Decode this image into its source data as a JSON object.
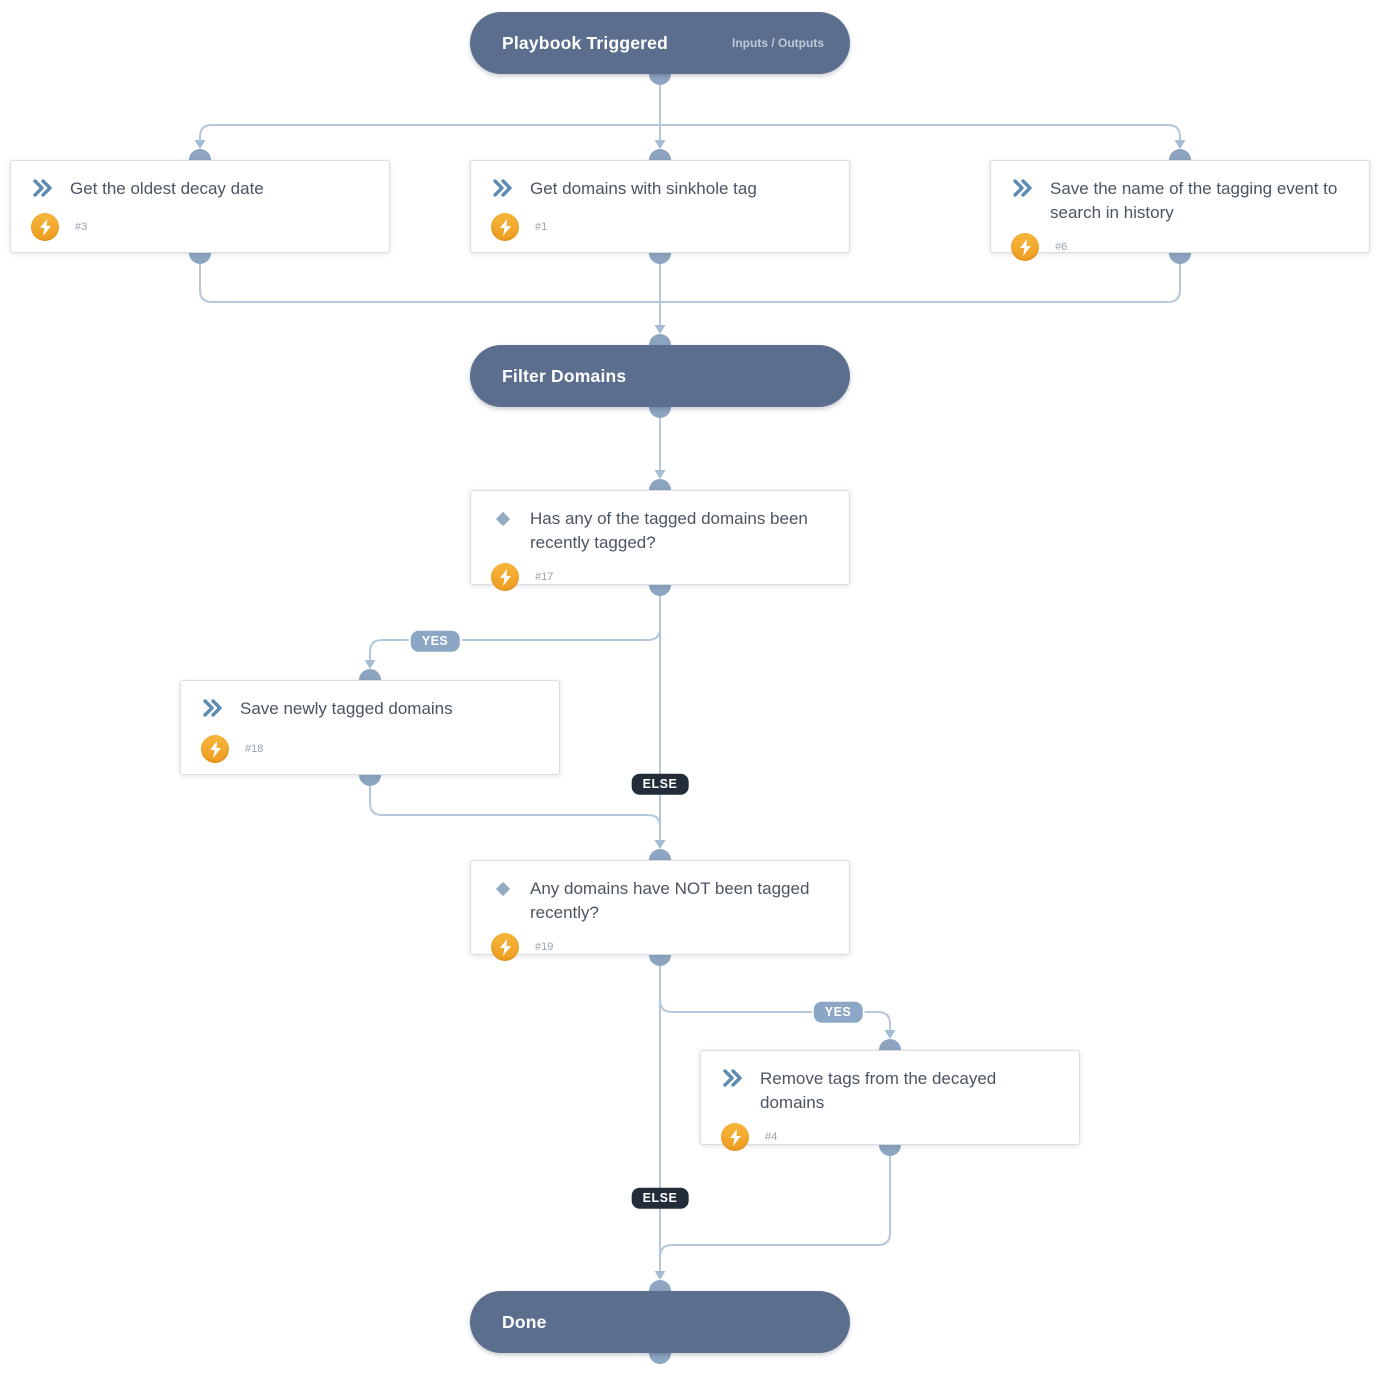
{
  "colors": {
    "pill": "#5b6e8e",
    "line": "#b3c8da",
    "arrow": "#a4bdd3",
    "dot": "#8da5c1",
    "bolt-top": "#f6b63c",
    "bolt-bottom": "#ee9d20",
    "yes-badge": "#8ba7c5",
    "else-badge": "#232d3a",
    "chevron": "#5d8cb3",
    "diamond": "#93aac3",
    "title": "#4a5562",
    "node-id": "#98a1aa"
  },
  "trigger": {
    "label": "Playbook Triggered",
    "io_label": "Inputs / Outputs"
  },
  "filter": {
    "label": "Filter Domains"
  },
  "done": {
    "label": "Done"
  },
  "nodes": [
    {
      "type": "action",
      "title": "Get the oldest decay date",
      "id": "#3"
    },
    {
      "type": "action",
      "title": "Get domains with sinkhole tag",
      "id": "#1"
    },
    {
      "type": "action",
      "title": "Save the name of the tagging event to search in history",
      "id": "#6"
    },
    {
      "type": "decision",
      "title": "Has any of the tagged domains been recently tagged?",
      "id": "#17"
    },
    {
      "type": "action",
      "title": "Save newly tagged domains",
      "id": "#18"
    },
    {
      "type": "decision",
      "title": "Any domains have NOT been tagged recently?",
      "id": "#19"
    },
    {
      "type": "action",
      "title": "Remove tags from the decayed domains",
      "id": "#4"
    }
  ],
  "edge_labels": {
    "yes": "YES",
    "else": "ELSE"
  }
}
